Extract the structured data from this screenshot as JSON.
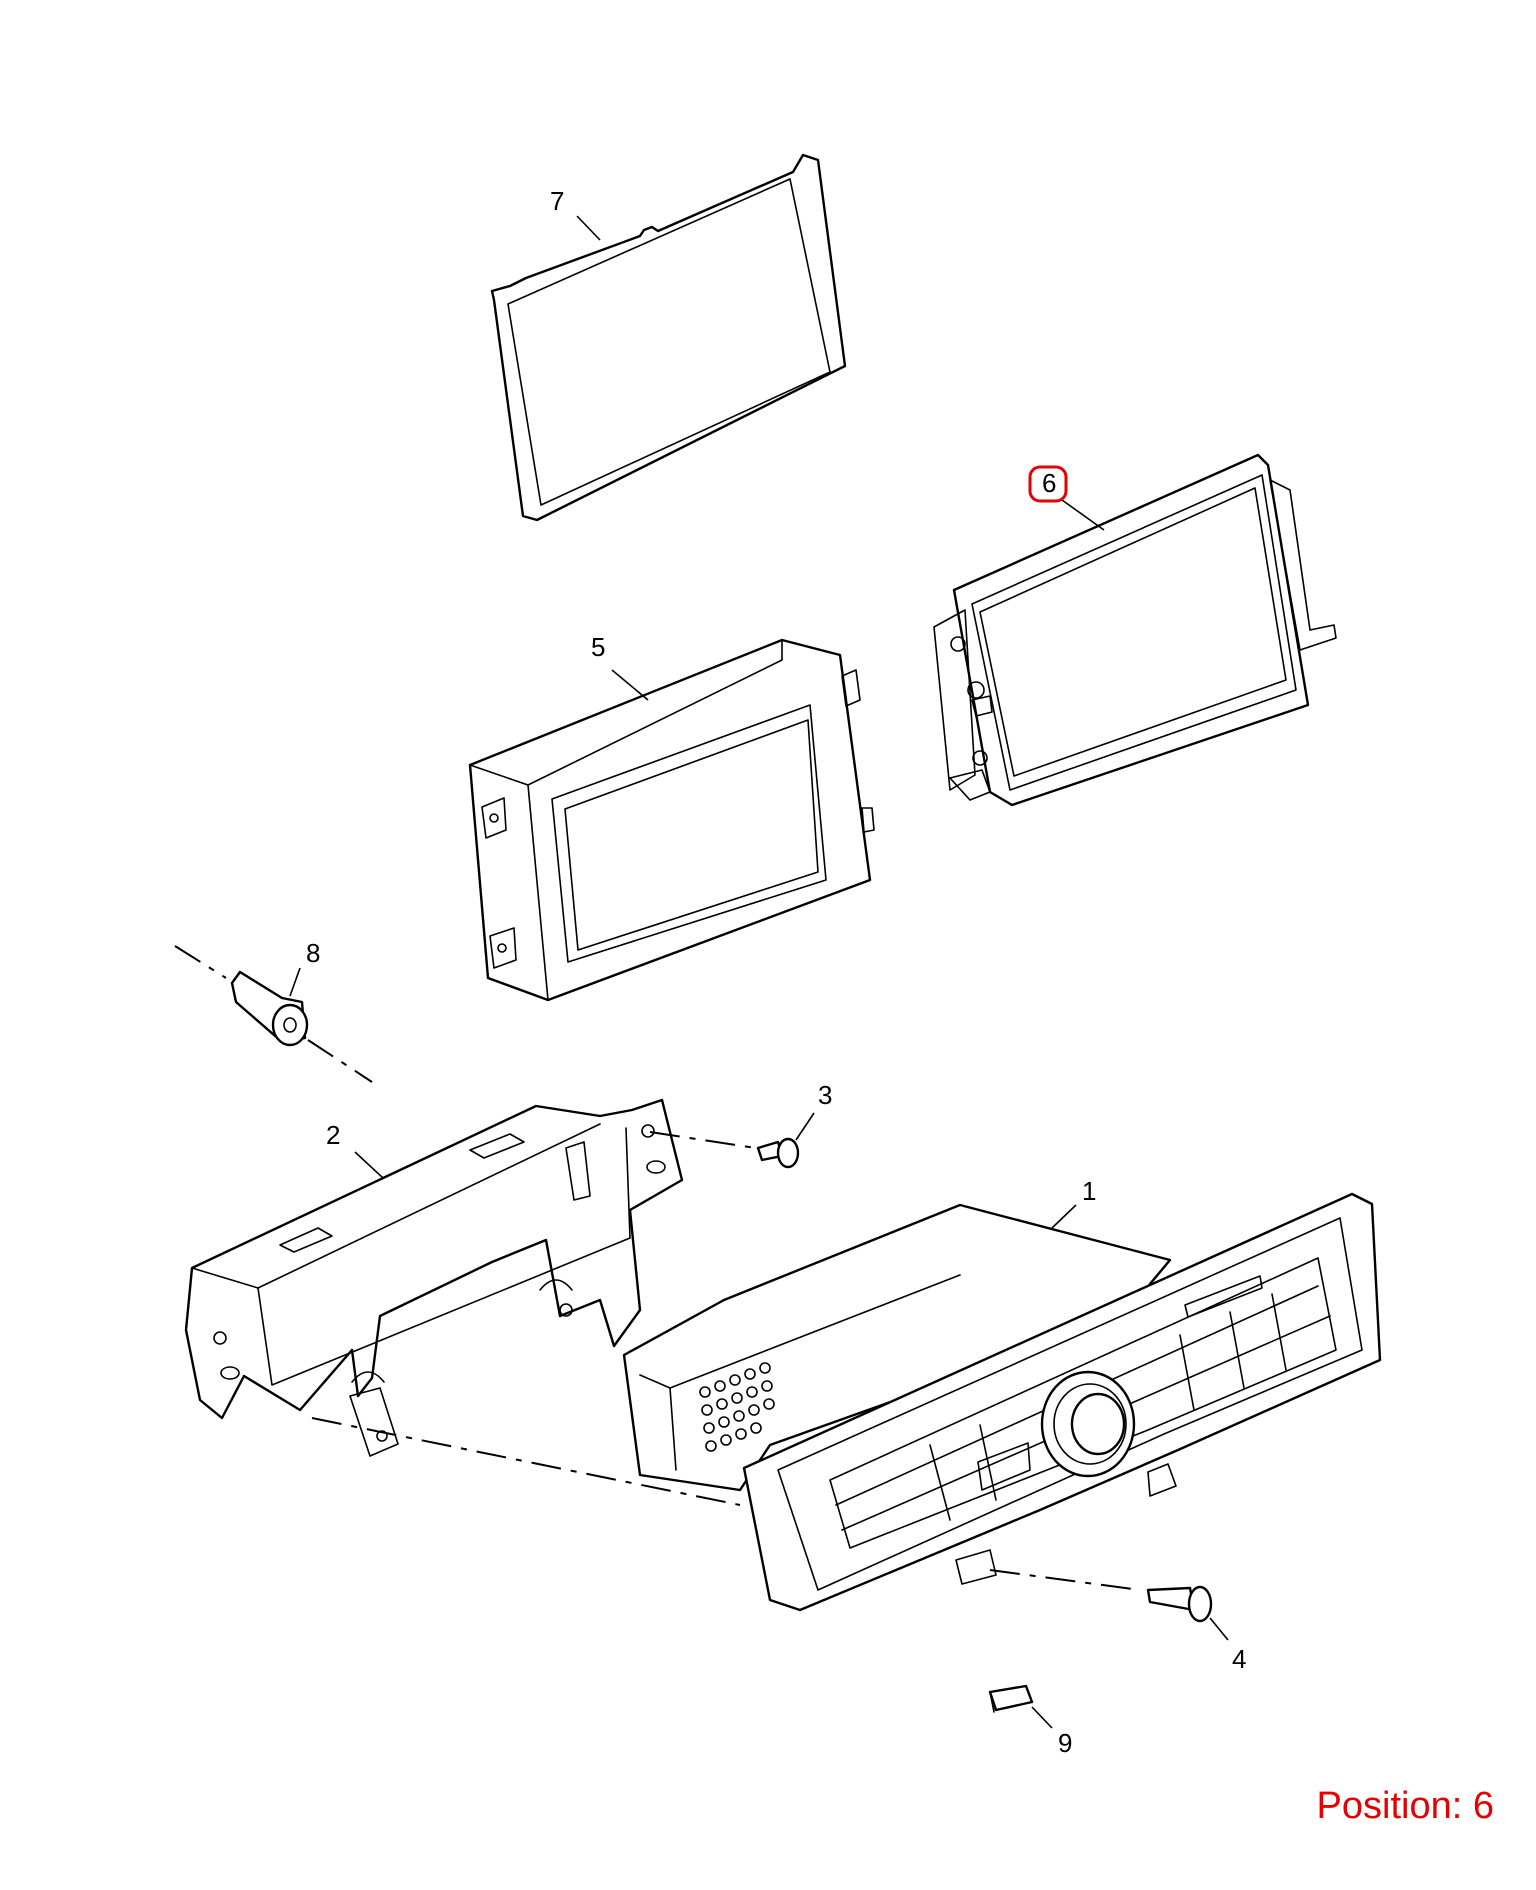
{
  "diagram": {
    "callouts": [
      {
        "id": "1",
        "label": "1"
      },
      {
        "id": "2",
        "label": "2"
      },
      {
        "id": "3",
        "label": "3"
      },
      {
        "id": "4",
        "label": "4"
      },
      {
        "id": "5",
        "label": "5"
      },
      {
        "id": "6",
        "label": "6"
      },
      {
        "id": "7",
        "label": "7"
      },
      {
        "id": "8",
        "label": "8"
      },
      {
        "id": "9",
        "label": "9"
      }
    ],
    "highlighted_callout": "6",
    "position_label": "Position: 6"
  },
  "colors": {
    "highlight": "#e60000",
    "line": "#000000",
    "background": "#ffffff"
  }
}
